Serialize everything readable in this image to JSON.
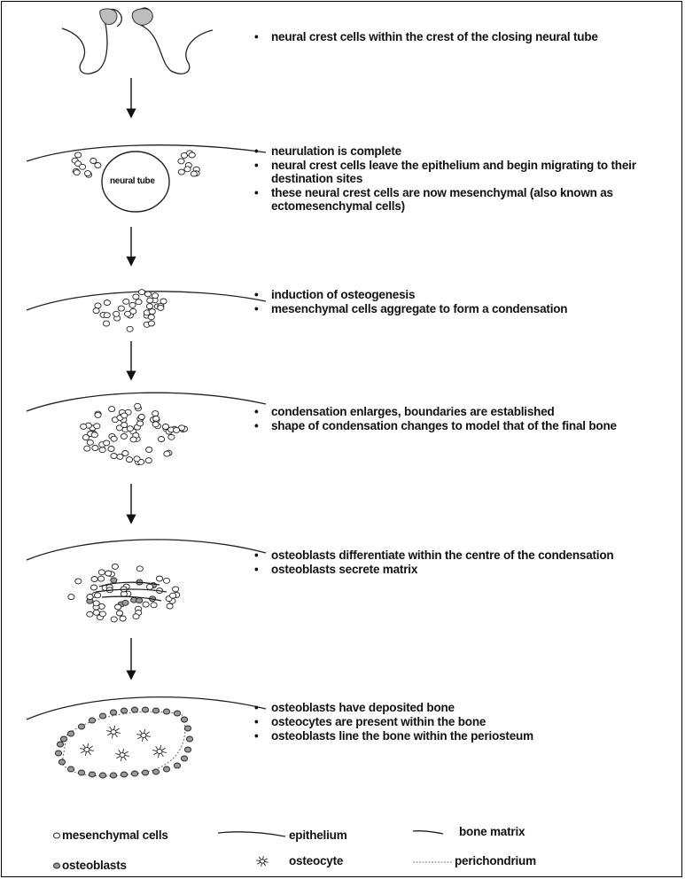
{
  "stages": [
    {
      "bullets": [
        "neural crest cells within the crest of the closing neural tube"
      ]
    },
    {
      "label": "neural tube",
      "bullets": [
        "neurulation is complete",
        "neural crest cells leave the epithelium and begin migrating to their destination sites",
        "these neural crest cells are now mesenchymal (also known as ectomesenchymal cells)"
      ]
    },
    {
      "bullets": [
        "induction of osteogenesis",
        "mesenchymal cells aggregate to form a condensation"
      ]
    },
    {
      "bullets": [
        "condensation enlarges, boundaries are established",
        "shape of condensation changes to model that of the final bone"
      ]
    },
    {
      "bullets": [
        "osteoblasts differentiate within the centre of the condensation",
        "osteoblasts secrete matrix"
      ]
    },
    {
      "bullets": [
        "osteoblasts have deposited bone",
        "osteocytes are present within the bone",
        "osteoblasts line the bone within the periosteum"
      ]
    }
  ],
  "legend": {
    "mesenchymal": "mesenchymal cells",
    "epithelium": "epithelium",
    "bone_matrix": "bone matrix",
    "osteoblasts": "osteoblasts",
    "osteocyte": "osteocyte",
    "perichondrium": "perichondrium"
  }
}
